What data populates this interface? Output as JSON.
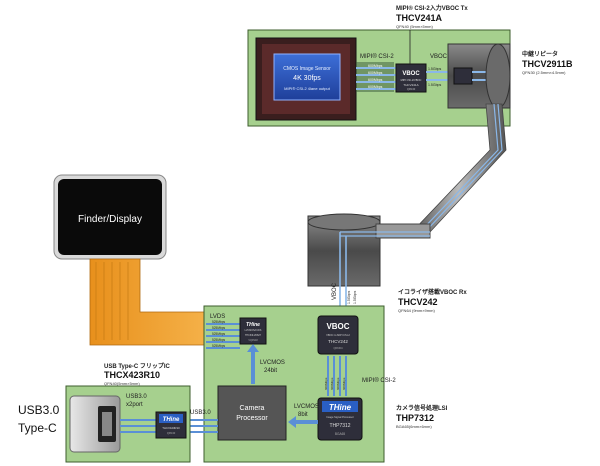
{
  "top_board": {
    "sensor_line1": "CMOS Image Sensor",
    "sensor_line2": "4K 30fps",
    "sensor_line3": "MIPI® CSI-2 4lane output",
    "mipi_label": "MIPI® CSI-2",
    "rates": [
      "600Mbps",
      "600Mbps",
      "600Mbps",
      "600Mbps"
    ],
    "vboc_out_label": "VBOC",
    "vboc_rates": [
      "1.5Gbps",
      "1.5Gbps"
    ],
    "tx_chip_label": "VBOC",
    "tx_chip_sub": "MIPI CSI-2/VBOC",
    "tx_chip_part": "THCV241A",
    "tx_chip_pkg": "QFN40"
  },
  "tx_callout": {
    "title": "MIPI® CSI-2入力VBOC Tx",
    "part": "THCV241A",
    "pkg": "QFN40 (5mm×5mm)"
  },
  "repeater_callout": {
    "title": "中継リピータ",
    "part": "THCV2911B",
    "pkg": "QFN30 (2.5mm×4.5mm)"
  },
  "finder": {
    "label": "Finder/Display"
  },
  "main_board": {
    "lvds_label": "LVDS",
    "lvds_rates": [
      "525Mbps",
      "525Mbps",
      "525Mbps",
      "525Mbps",
      "525Mbps"
    ],
    "lvds_chip_logo": "THine",
    "lvds_chip_sub": "LVCMOS/LVDS",
    "lvds_chip_part": "THC63LVD827",
    "lvds_chip_pkg": "VQFN48",
    "lvcmos24_line1": "LVCMOS",
    "lvcmos24_line2": "24bit",
    "vboc_rx_label": "VBOC",
    "vboc_rx_sub": "VBOC to MIPI CSI-2",
    "vboc_rx_part": "THCV242",
    "vboc_rx_pkg": "QFN64",
    "vboc_in_label": "VBOC",
    "vboc_in_rates": [
      "1.5Gbps",
      "1.5Gbps"
    ],
    "mipi_rates": [
      "600Mbps",
      "600Mbps",
      "600Mbps",
      "600Mbps"
    ],
    "mipi_label": "MIPI® CSI-2",
    "isp_logo": "THine",
    "isp_sub": "Image Signal Processor",
    "isp_part": "THP7312",
    "isp_pkg": "BGA65",
    "lvcmos8_line1": "LVCMOS",
    "lvcmos8_line2": "8bit",
    "processor_line1": "Camera",
    "processor_line2": "Processor",
    "usb_label": "USB3.0"
  },
  "usb_board": {
    "usb_label_line1": "USB3.0",
    "usb_label_line2": "x2port",
    "chip_logo": "THine",
    "chip_part": "THCX423R10",
    "chip_pkg": "QFN40"
  },
  "rx_callout": {
    "title": "イコライザ搭載VBOC Rx",
    "part": "THCV242",
    "pkg": "QFN64 (9mm×9mm)"
  },
  "isp_callout": {
    "title": "カメラ信号処理LSI",
    "part": "THP7312",
    "pkg": "BGA65(6mm×6mm)"
  },
  "usbc_callout": {
    "title": "USB Type-C フリップIC",
    "part": "THCX423R10",
    "pkg": "QFN40(5mm×5mm)"
  },
  "connector_label": {
    "line1": "USB3.0",
    "line2": "Type-C"
  }
}
